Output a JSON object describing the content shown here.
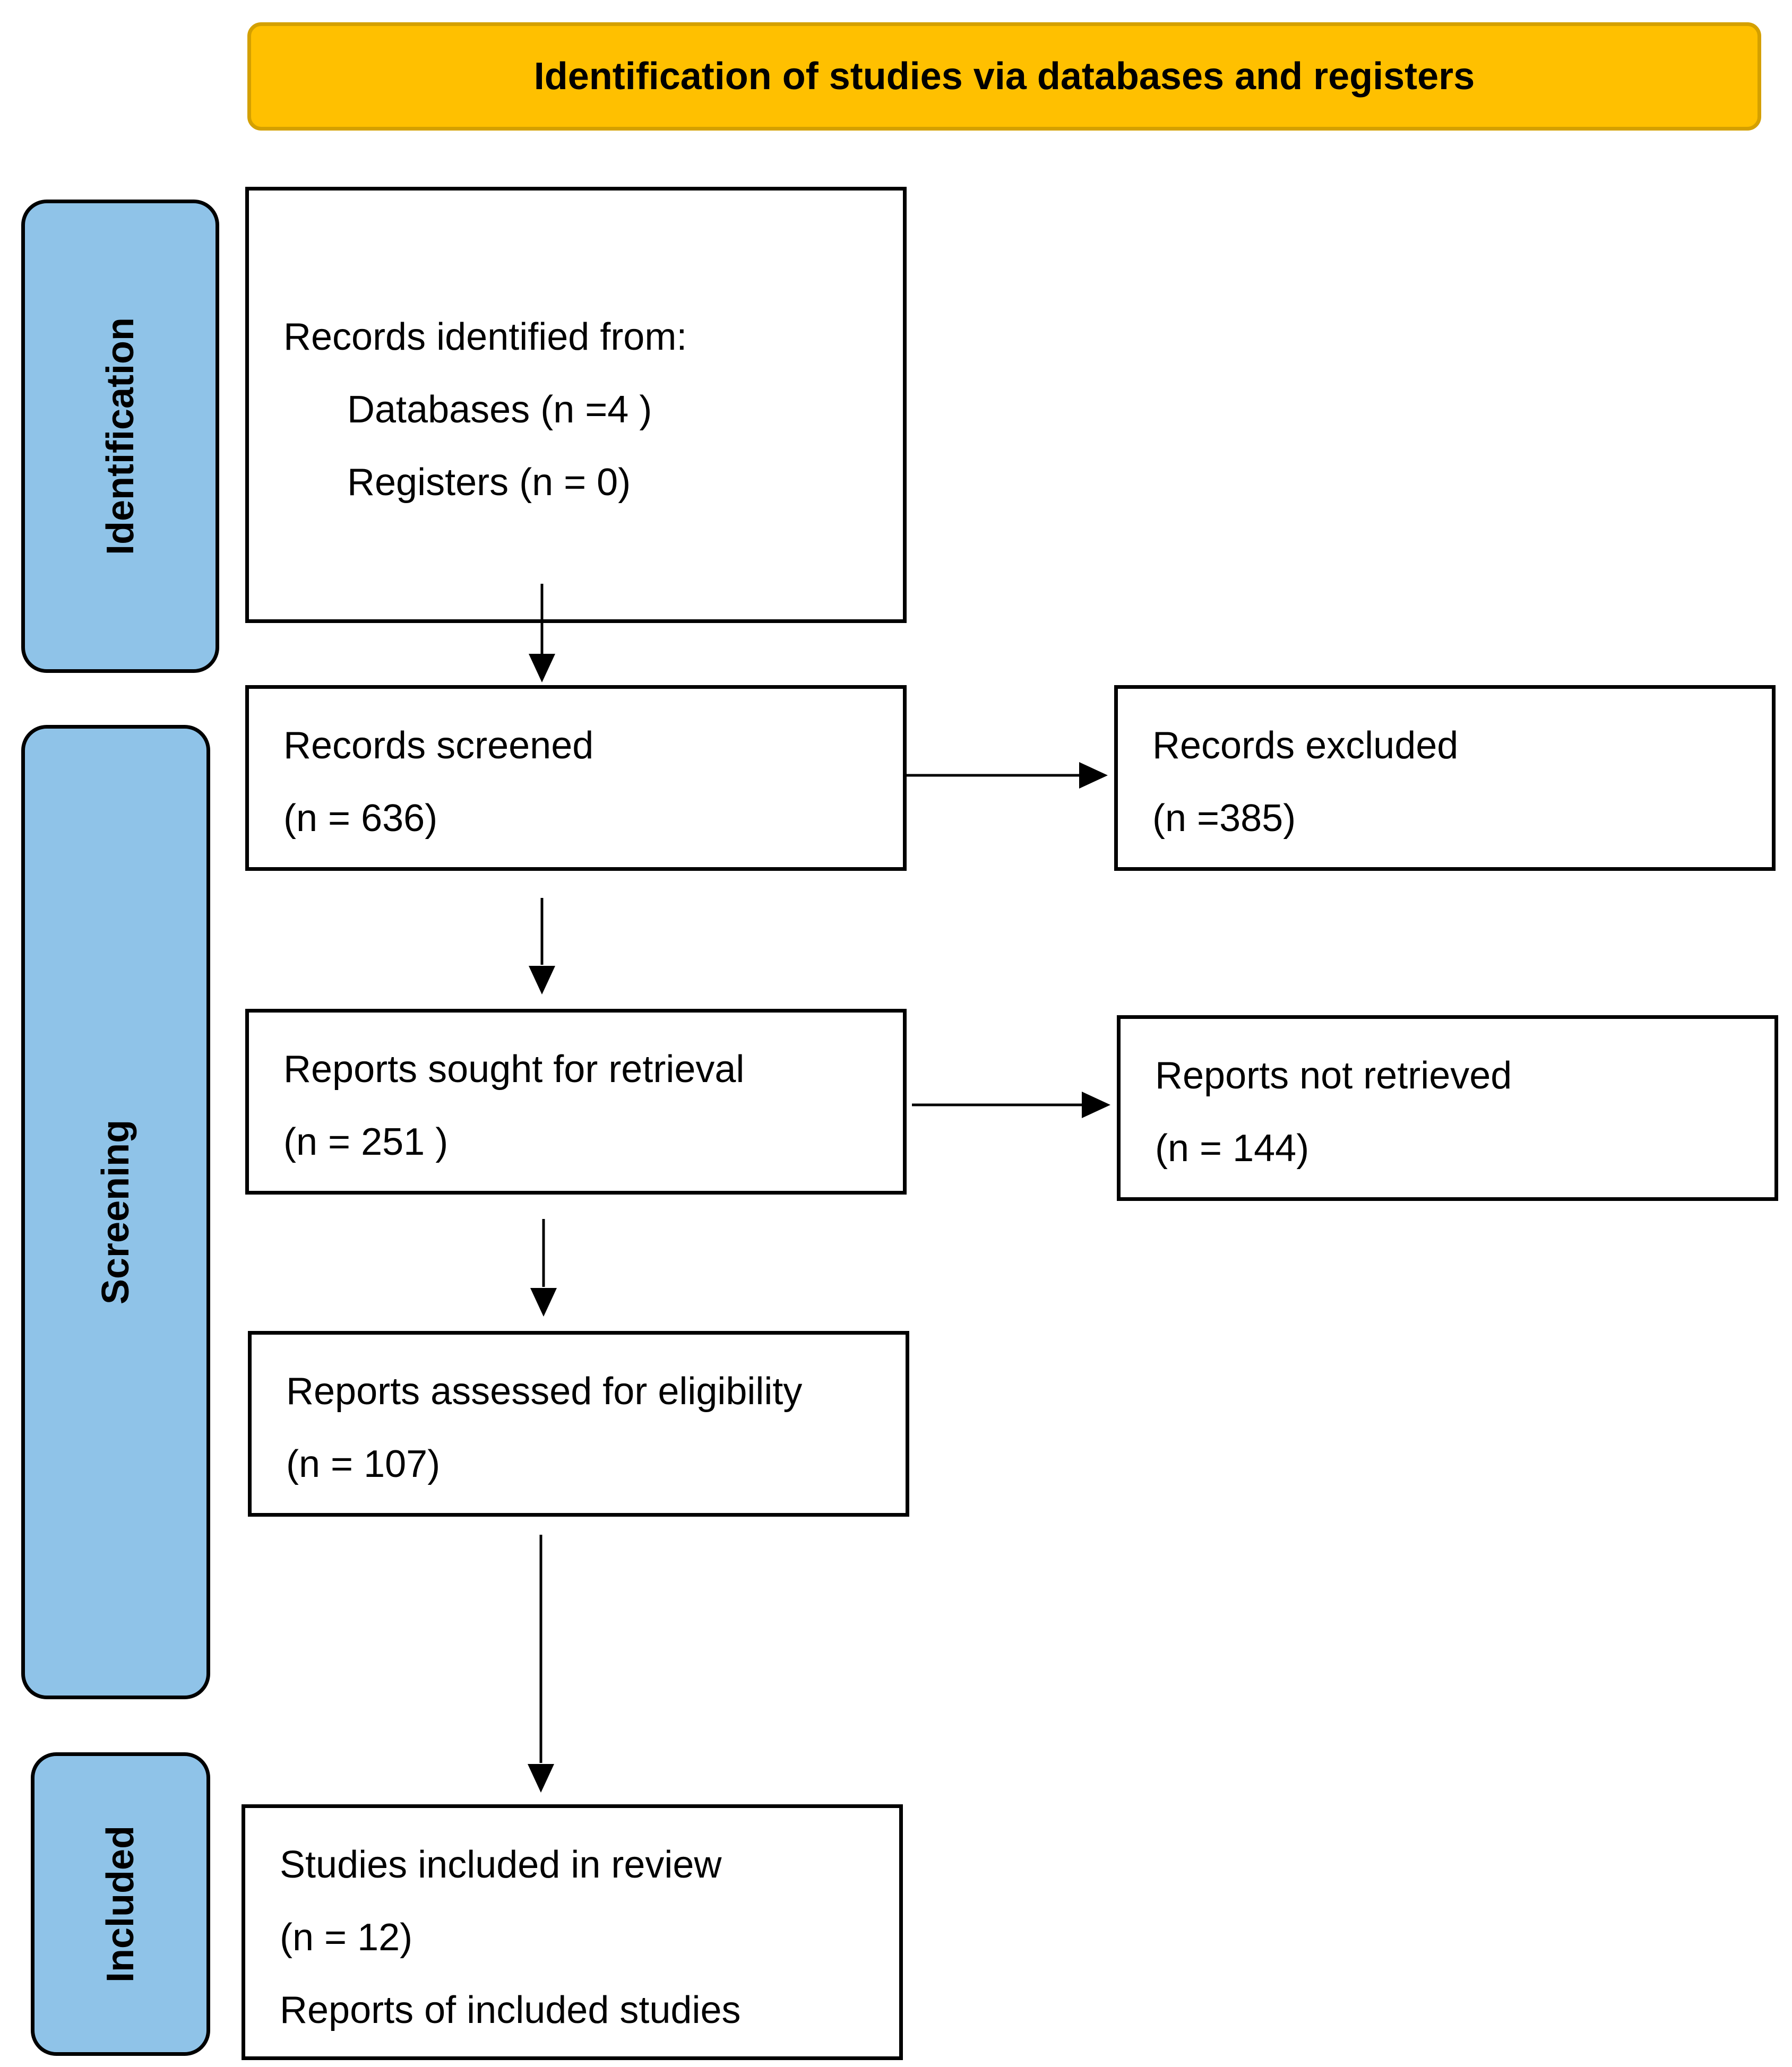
{
  "header": {
    "title": "Identification of studies via databases and registers",
    "fill_color": "#FFC000"
  },
  "stages": {
    "identification": "Identification",
    "screening": "Screening",
    "included": "Included",
    "fill_color": "#8FC3E8"
  },
  "boxes": {
    "records_identified": {
      "heading": "Records identified from:",
      "databases": "Databases (n =4 )",
      "registers": "Registers (n = 0)"
    },
    "records_screened": {
      "heading": "Records screened",
      "count": "(n = 636)"
    },
    "records_excluded": {
      "heading": "Records excluded",
      "count": "(n =385)"
    },
    "reports_sought": {
      "heading": "Reports sought for retrieval",
      "count": "(n = 251 )"
    },
    "reports_not_retrieved": {
      "heading": "Reports not retrieved",
      "count": "(n = 144)"
    },
    "reports_assessed": {
      "heading": "Reports assessed for eligibility",
      "count": "(n = 107)"
    },
    "studies_included": {
      "heading": "Studies included in review",
      "count": "(n = 12)",
      "reports": "Reports of included studies"
    }
  }
}
